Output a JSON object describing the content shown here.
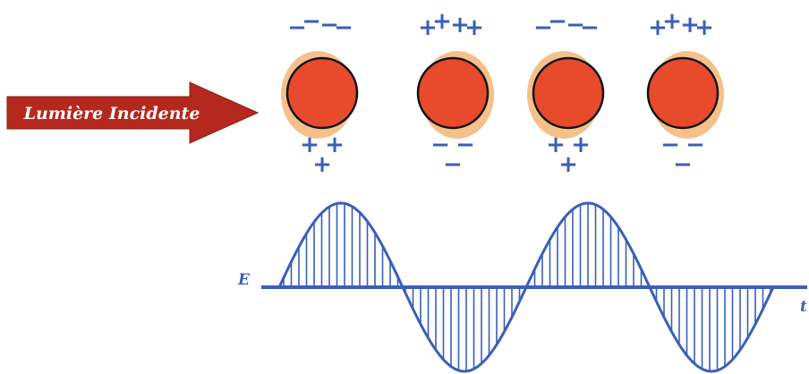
{
  "arrow": {
    "label": "Lumière Incidente",
    "color": "#b5281e"
  },
  "colors": {
    "nucleus": "#e84a2c",
    "electron_cloud": "#f5c08a",
    "charge": "#3a5fb8",
    "wave": "#3a5fb8"
  },
  "particles": [
    {
      "cloud_side": "left",
      "top_charges": [
        "−",
        "−",
        "−",
        "−"
      ],
      "bottom_charges": [
        "+",
        "+",
        "+"
      ]
    },
    {
      "cloud_side": "right",
      "top_charges": [
        "+",
        "+",
        "+",
        "+"
      ],
      "bottom_charges": [
        "−",
        "−",
        "−"
      ]
    },
    {
      "cloud_side": "left",
      "top_charges": [
        "−",
        "−",
        "−",
        "−"
      ],
      "bottom_charges": [
        "+",
        "+",
        "+"
      ]
    },
    {
      "cloud_side": "right",
      "top_charges": [
        "+",
        "+",
        "+",
        "+"
      ],
      "bottom_charges": [
        "−",
        "−",
        "−"
      ]
    }
  ],
  "wave": {
    "y_axis_label": "E",
    "x_axis_label": "t",
    "half_cycles": 4
  }
}
